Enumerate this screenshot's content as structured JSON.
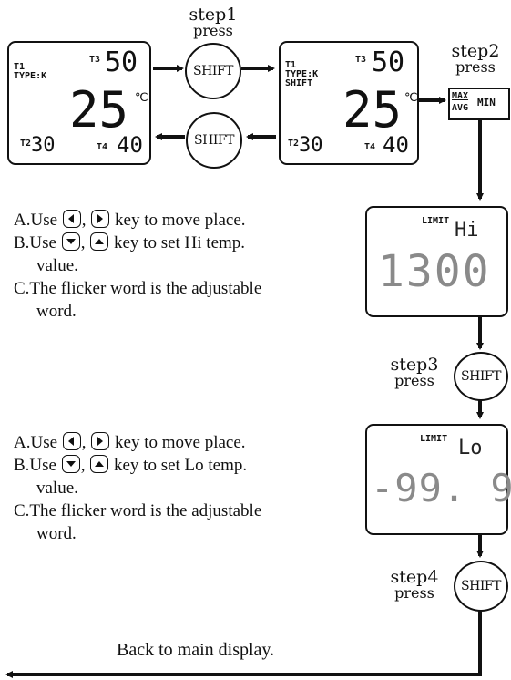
{
  "step1": {
    "step": "step1",
    "press": "press",
    "button_top": "SHIFT",
    "button_bottom": "SHIFT"
  },
  "display1": {
    "t1": "T1",
    "type": "TYPE:K",
    "t3": "T3",
    "t3_value": "50",
    "main_value": "25",
    "unit": "℃",
    "t2": "T2",
    "t2_value": "30",
    "t4": "T4",
    "t4_value": "40"
  },
  "display2": {
    "t1": "T1",
    "type": "TYPE:K",
    "mode": "SHIFT",
    "t3": "T3",
    "t3_value": "50",
    "main_value": "25",
    "unit": "℃",
    "t2": "T2",
    "t2_value": "30",
    "t4": "T4",
    "t4_value": "40"
  },
  "step2": {
    "step": "step2",
    "press": "press",
    "key_max": "MAX",
    "key_avg": "AVG",
    "key_min": "MIN"
  },
  "hi_panel": {
    "limit": "LIMIT",
    "label": "Hi",
    "value": "1300"
  },
  "hi_instructions": {
    "a_prefix": "A.Use",
    "a_suffix": "key to move place.",
    "b_prefix": "B.Use",
    "b_suffix": "key to set Hi temp.",
    "b_cont": "value.",
    "c": "C.The flicker word is the adjustable",
    "c_cont": "word."
  },
  "step3": {
    "step": "step3",
    "press": "press",
    "button": "SHIFT"
  },
  "lo_panel": {
    "limit": "LIMIT",
    "label": "Lo",
    "value": "-99. 9"
  },
  "lo_instructions": {
    "a_prefix": "A.Use",
    "a_suffix": "key to move place.",
    "b_prefix": "B.Use",
    "b_suffix": "key to set Lo temp.",
    "b_cont": "value.",
    "c": "C.The flicker word is the adjustable",
    "c_cont": "word."
  },
  "step4": {
    "step": "step4",
    "press": "press",
    "button": "SHIFT"
  },
  "footer": {
    "back": "Back to main display."
  },
  "comma": ","
}
